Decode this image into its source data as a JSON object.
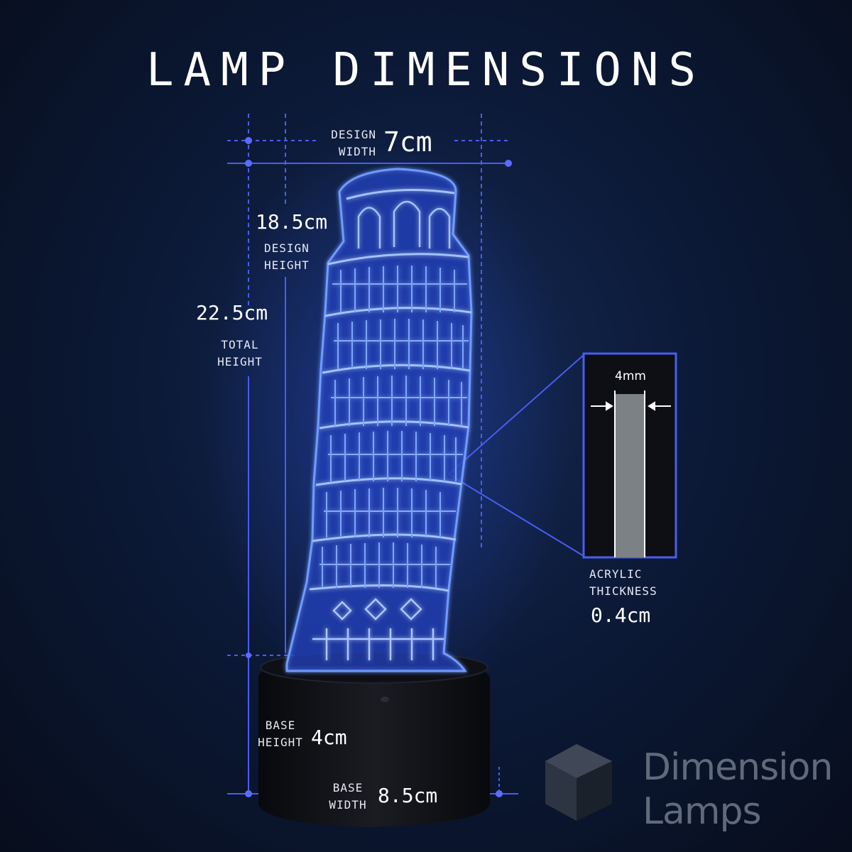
{
  "title": "LAMP DIMENSIONS",
  "design_width": {
    "label_line1": "DESIGN",
    "label_line2": "WIDTH",
    "value": "7cm"
  },
  "design_height": {
    "value": "18.5cm",
    "label_line1": "DESIGN",
    "label_line2": "HEIGHT"
  },
  "total_height": {
    "value": "22.5cm",
    "label_line1": "TOTAL",
    "label_line2": "HEIGHT"
  },
  "base_height": {
    "label_line1": "BASE",
    "label_line2": "HEIGHT",
    "value": "4cm"
  },
  "base_width": {
    "label_line1": "BASE",
    "label_line2": "WIDTH",
    "value": "8.5cm"
  },
  "acrylic": {
    "inset_value": "4mm",
    "label_line1": "ACRYLIC",
    "label_line2": "THICKNESS",
    "value": "0.4cm"
  },
  "brand": {
    "line1": "Dimension",
    "line2": "Lamps"
  },
  "colors": {
    "accent": "#4a5cf0",
    "glow": "#3f6cf5",
    "brand": "#5f6b7a"
  }
}
